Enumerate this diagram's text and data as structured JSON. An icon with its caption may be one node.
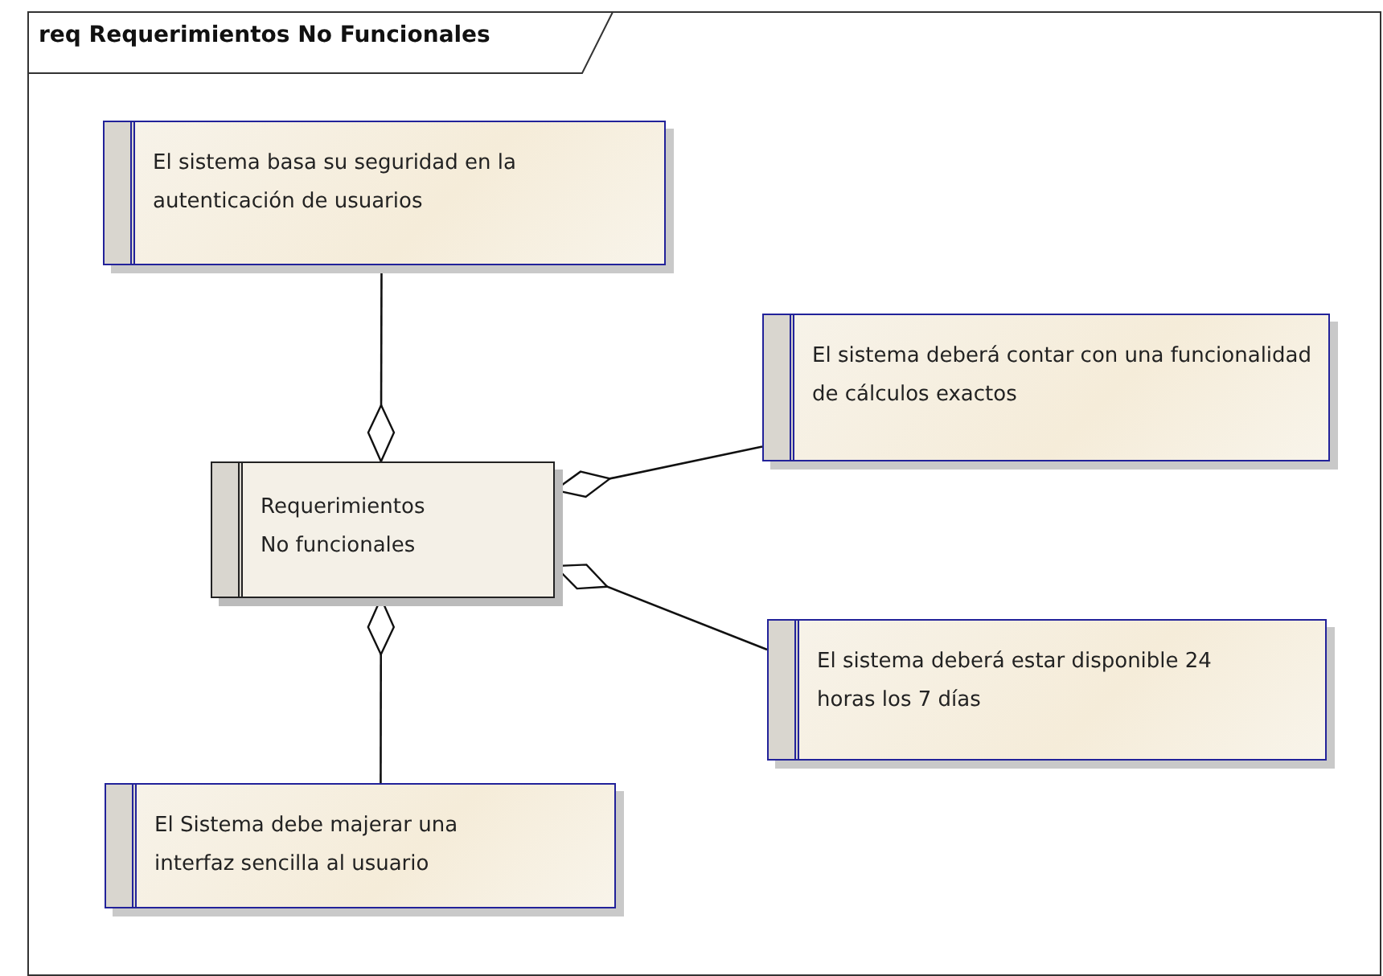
{
  "diagram": {
    "title": "req Requerimientos No Funcionales",
    "nodes": [
      {
        "text": [
          "El sistema basa su seguridad en la autenticación de usuarios"
        ]
      },
      {
        "text": [
          "El sistema deberá contar con una funcionalidad de cálculos exactos"
        ]
      },
      {
        "text": [
          "Requerimientos No funcionales"
        ]
      },
      {
        "text": [
          "El sistema deberá estar disponible 24 horas los 7 días"
        ]
      },
      {
        "text": [
          "El Sistema debe majerar una interfaz sencilla al usuario"
        ]
      }
    ],
    "edges": [
      {
        "from": 0,
        "to": 2,
        "arrow": "other"
      },
      {
        "from": 1,
        "to": 2,
        "arrow": "other"
      },
      {
        "from": 3,
        "to": 2,
        "arrow": "other"
      },
      {
        "from": 4,
        "to": 2,
        "arrow": "other"
      }
    ]
  }
}
